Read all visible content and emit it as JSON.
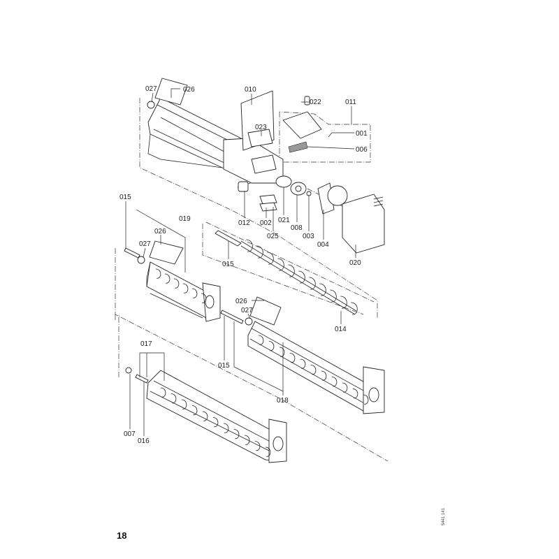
{
  "page_number": "18",
  "drawing_reference": "5441 141",
  "part_labels": {
    "top_027": "027",
    "top_026": "026",
    "p010": "010",
    "p022": "022",
    "p011": "011",
    "p001": "001",
    "p006": "006",
    "p023": "023",
    "p012": "012",
    "p002": "002",
    "p021": "021",
    "p025": "025",
    "p008": "008",
    "p003": "003",
    "p004": "004",
    "p020": "020",
    "left_015": "015",
    "p019": "019",
    "mid_026": "026",
    "mid_027": "027",
    "auger_015": "015",
    "p014": "014",
    "right_026": "026",
    "right_027": "027",
    "lower_015": "015",
    "p018": "018",
    "p017": "017",
    "p007": "007",
    "p016": "016"
  }
}
